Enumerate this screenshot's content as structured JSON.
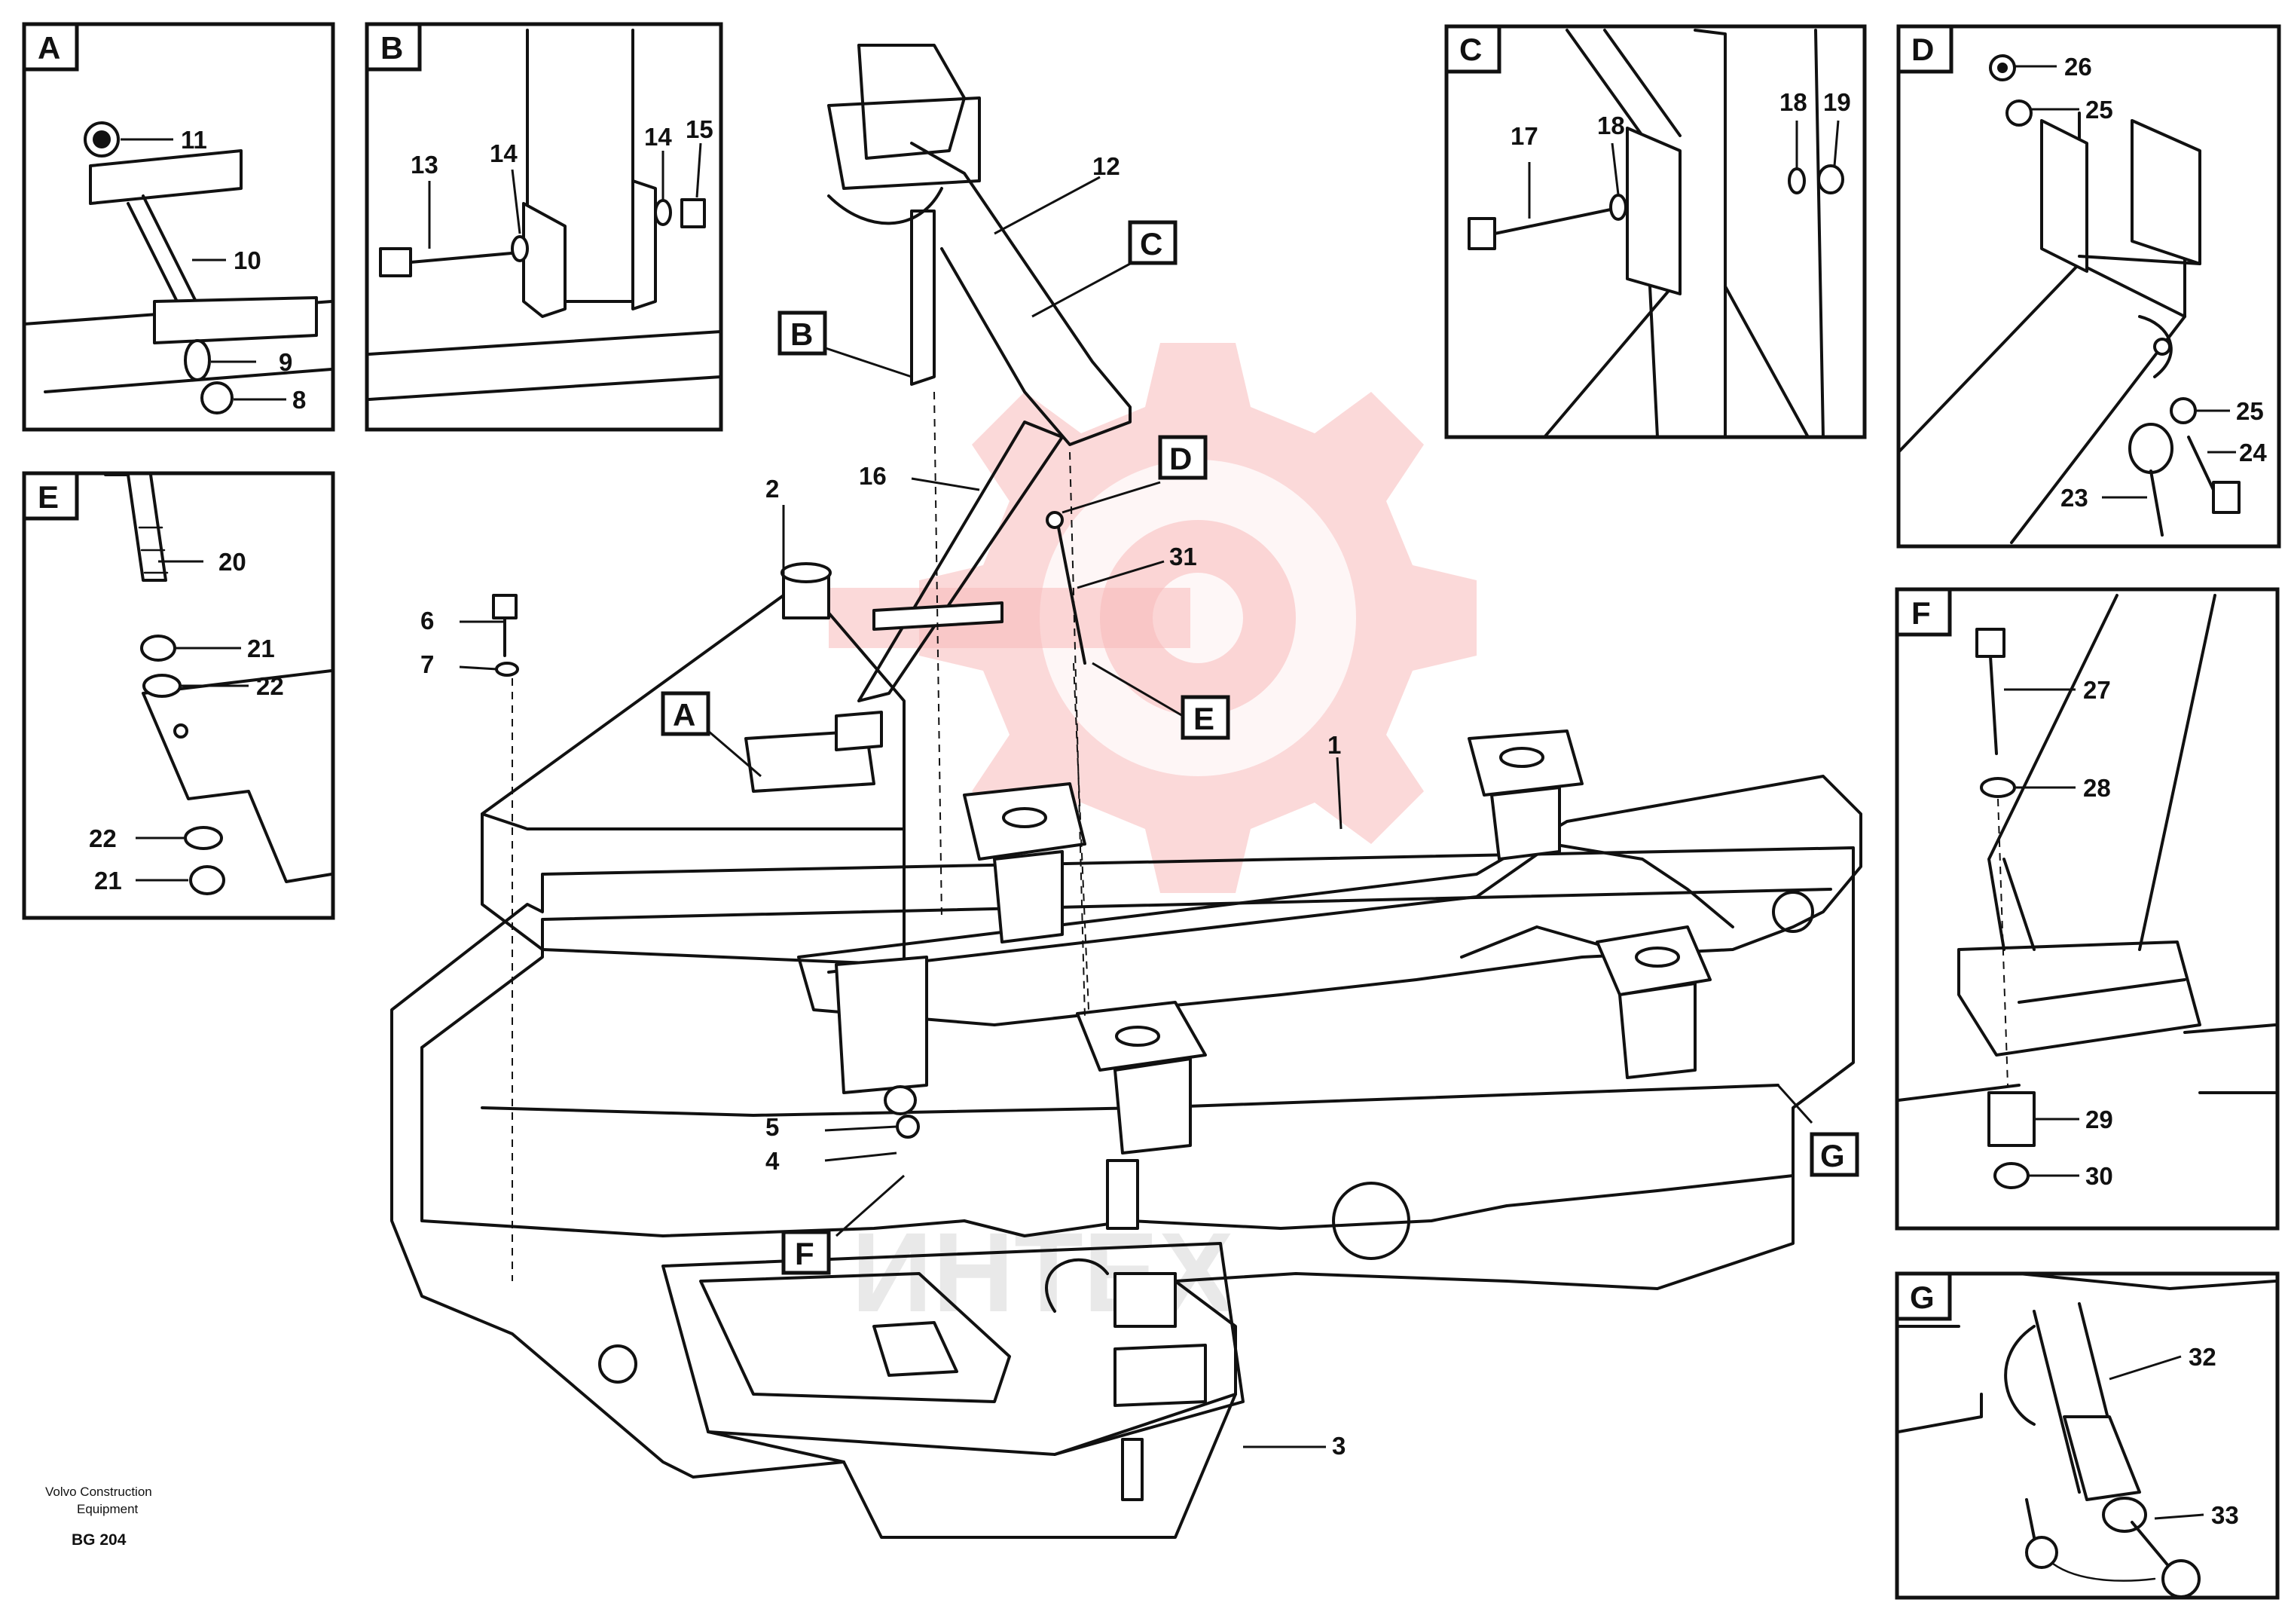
{
  "footer": {
    "brand_line1": "Volvo Construction",
    "brand_line2": "Equipment",
    "drawing_code": "BG 204"
  },
  "watermark": {
    "text": "ИНТЕХ",
    "gear_color": "#f4a6a6"
  },
  "detail_views": [
    {
      "letter": "A",
      "parts": [
        "11",
        "10",
        "9",
        "8"
      ]
    },
    {
      "letter": "B",
      "parts": [
        "13",
        "14",
        "14",
        "15"
      ]
    },
    {
      "letter": "C",
      "parts": [
        "17",
        "18",
        "18",
        "19"
      ]
    },
    {
      "letter": "D",
      "parts": [
        "26",
        "25",
        "25",
        "24",
        "23"
      ]
    },
    {
      "letter": "E",
      "parts": [
        "20",
        "21",
        "22",
        "22",
        "21"
      ]
    },
    {
      "letter": "F",
      "parts": [
        "27",
        "28",
        "29",
        "30"
      ]
    },
    {
      "letter": "G",
      "parts": [
        "32",
        "33"
      ]
    }
  ],
  "main_callouts": [
    "1",
    "2",
    "3",
    "4",
    "5",
    "6",
    "7",
    "12",
    "16",
    "31"
  ],
  "main_view_markers": [
    "A",
    "B",
    "C",
    "D",
    "E",
    "F",
    "G"
  ]
}
